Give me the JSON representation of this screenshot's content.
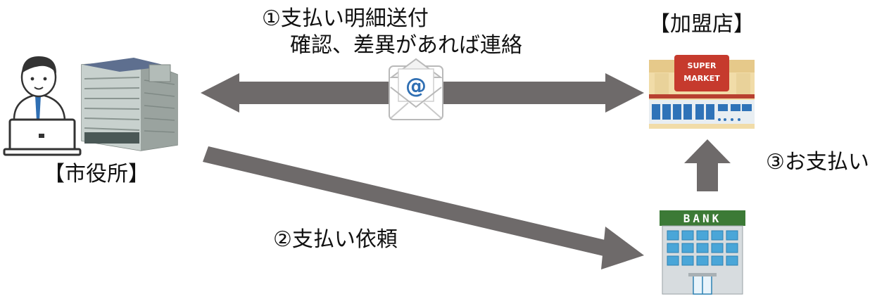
{
  "labels": {
    "step1_line1": "①支払い明細送付",
    "step1_line2": "確認、差異があれば連絡",
    "store": "【加盟店】",
    "city_hall": "【市役所】",
    "step2": "②支払い依頼",
    "step3": "③お支払い"
  },
  "icons": {
    "email_symbol": "@",
    "supermarket_sign_line1": "SUPER",
    "supermarket_sign_line2": "MARKET",
    "bank_sign": "BANK"
  },
  "colors": {
    "arrow": "#6e6a6a",
    "email_accent": "#2f6fb3",
    "store_sign": "#c63a2d",
    "bank_sign": "#3c7a36",
    "bank_windows": "#4aa6d8"
  }
}
